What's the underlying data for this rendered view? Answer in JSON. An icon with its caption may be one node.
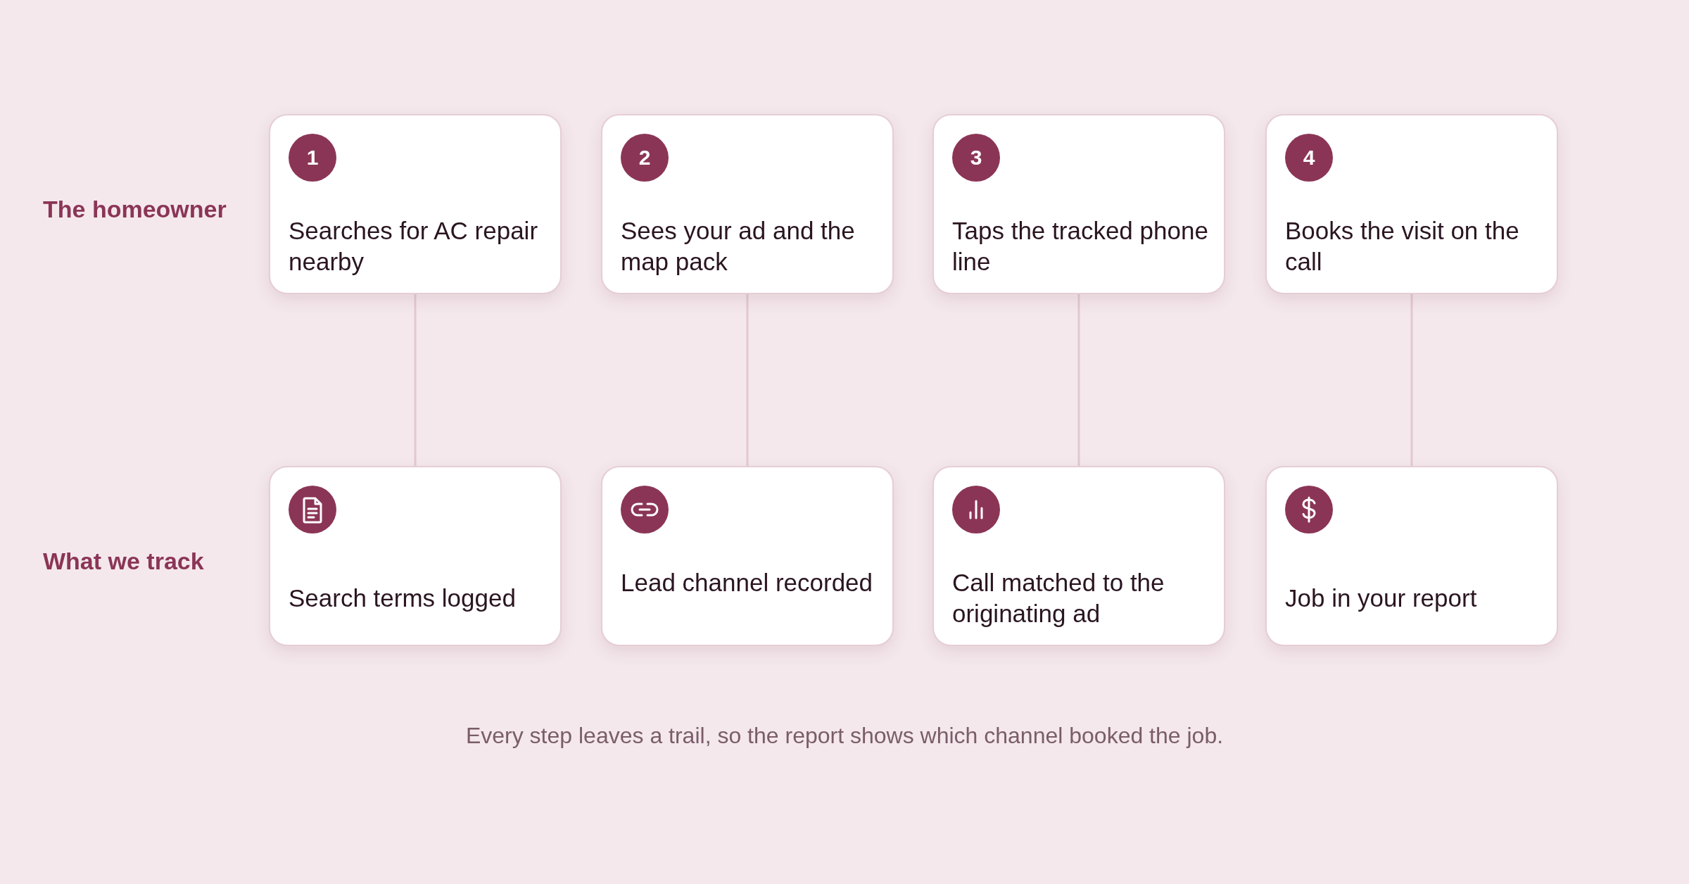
{
  "diagram": {
    "caption": "Every step leaves a trail, so the report shows which channel booked the job.",
    "nodes": [
      {
        "text": [
          "1",
          "Searches for AC repair nearby"
        ]
      },
      {
        "text": [
          "2",
          "Sees your ad and the map pack"
        ]
      },
      {
        "text": [
          "3",
          "Taps the tracked phone line"
        ]
      },
      {
        "text": [
          "4",
          "Books the visit on the call"
        ]
      },
      {
        "text": [
          "Search terms logged"
        ]
      },
      {
        "text": [
          "Lead channel recorded"
        ]
      },
      {
        "text": [
          "Call matched to the originating ad"
        ]
      },
      {
        "text": [
          "Job in your report"
        ]
      }
    ],
    "edges": [
      {
        "from": 0,
        "to": 4,
        "arrow": "none"
      },
      {
        "from": 1,
        "to": 5,
        "arrow": "none"
      },
      {
        "from": 2,
        "to": 6,
        "arrow": "none"
      },
      {
        "from": 3,
        "to": 7,
        "arrow": "none"
      }
    ],
    "labels": [
      "The homeowner",
      "What we track"
    ]
  }
}
